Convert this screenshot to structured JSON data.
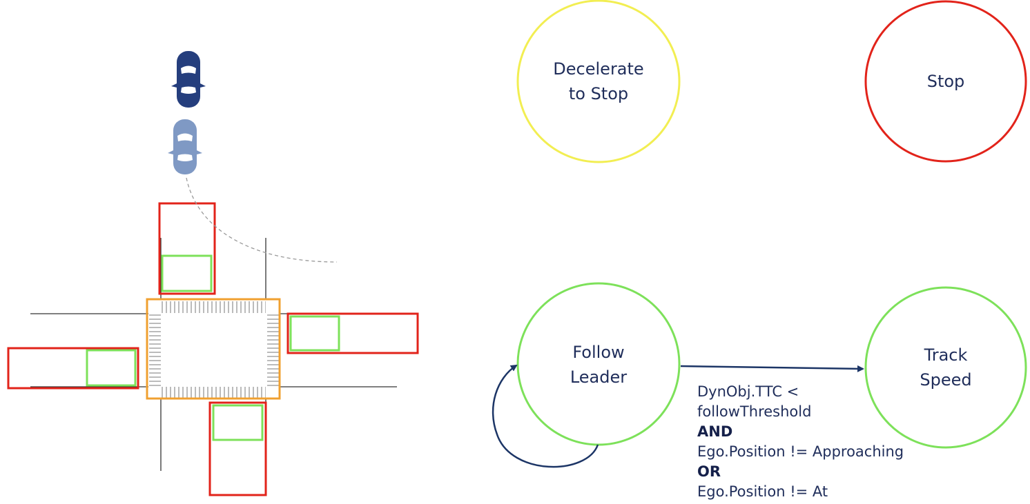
{
  "states": {
    "decelerate": {
      "line1": "Decelerate",
      "line2": "to Stop",
      "color": "#f2ee52"
    },
    "stop": {
      "label": "Stop",
      "color": "#e2231a"
    },
    "follow": {
      "line1": "Follow",
      "line2": "Leader",
      "color": "#7de15a"
    },
    "track": {
      "line1": "Track",
      "line2": "Speed",
      "color": "#7de15a"
    }
  },
  "transition": {
    "line1": "DynObj.TTC <",
    "line2": "followThreshold",
    "op1": "AND",
    "line3": "Ego.Position != Approaching",
    "op2": "OR",
    "line4": "Ego.Position != At"
  },
  "colors": {
    "text": "#1f2d5a",
    "arrow": "#1c3566",
    "intersection": "#f0a030",
    "zone_outer": "#e2231a",
    "zone_inner": "#7de15a",
    "ego_car": "#253e7d",
    "ego_car_ghost": "#7f99c4"
  },
  "icons": {
    "ego": "car-icon",
    "ego_previous": "car-icon"
  }
}
